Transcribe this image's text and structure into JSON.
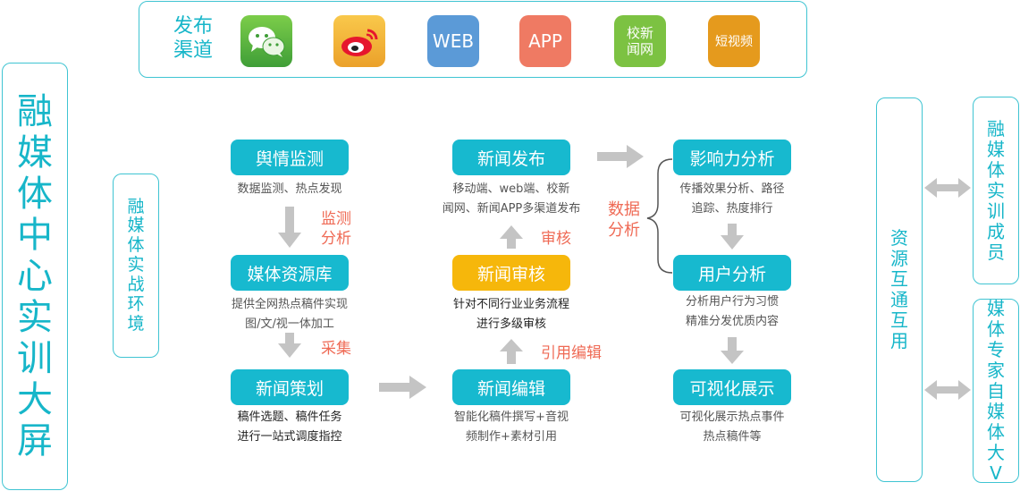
{
  "left_title": "融媒体中心实训大屏",
  "env_label": "融媒体实战环境",
  "channels": {
    "title_line1": "发布",
    "title_line2": "渠道",
    "items": [
      {
        "icon": "wechat-icon",
        "label": "",
        "color": "#4caf50"
      },
      {
        "icon": "weibo-icon",
        "label": "",
        "color": "#f4b43b"
      },
      {
        "icon": "web-icon",
        "label": "WEB",
        "color": "#5b9ad7"
      },
      {
        "icon": "app-icon",
        "label": "APP",
        "color": "#ef7a63"
      },
      {
        "icon": "campus-news-icon",
        "label_line1": "校新",
        "label_line2": "闻网",
        "color": "#7cc242"
      },
      {
        "icon": "short-video-icon",
        "label": "短视频",
        "color": "#e59a1d"
      }
    ]
  },
  "nodes": {
    "opinion": {
      "title": "舆情监测",
      "desc": [
        "数据监测、热点发现"
      ]
    },
    "resource": {
      "title": "媒体资源库",
      "desc": [
        "提供全网热点稿件实现",
        "图/文/视一体加工"
      ]
    },
    "planning": {
      "title": "新闻策划",
      "desc": [
        "稿件选题、稿件任务",
        "进行一站式调度指控"
      ]
    },
    "publish": {
      "title": "新闻发布",
      "desc": [
        "移动端、web端、校新",
        "闻网、新闻APP多渠道发布"
      ]
    },
    "review": {
      "title": "新闻审核",
      "desc": [
        "针对不同行业业务流程",
        "进行多级审核"
      ]
    },
    "editing": {
      "title": "新闻编辑",
      "desc": [
        "智能化稿件撰写+音视",
        "频制作+素材引用"
      ]
    },
    "influence": {
      "title": "影响力分析",
      "desc": [
        "传播效果分析、路径",
        "追踪、热度排行"
      ]
    },
    "user": {
      "title": "用户分析",
      "desc": [
        "分析用户行为习惯",
        "精准分发优质内容"
      ]
    },
    "visual": {
      "title": "可视化展示",
      "desc": [
        "可视化展示热点事件",
        "热点稿件等"
      ]
    }
  },
  "edge_labels": {
    "monitor_line1": "监测",
    "monitor_line2": "分析",
    "collect": "采集",
    "review": "审核",
    "cite_edit": "引用编辑",
    "data_line1": "数据",
    "data_line2": "分析"
  },
  "resource_interop": "资源互通互用",
  "right_boxes": {
    "members": "融媒体实训成员",
    "experts": "媒体专家自媒体大V"
  },
  "colors": {
    "primary": "#17b9cf",
    "highlight": "#f6b70b",
    "accent_text": "#ef6a55",
    "arrow": "#c4c4c4"
  }
}
